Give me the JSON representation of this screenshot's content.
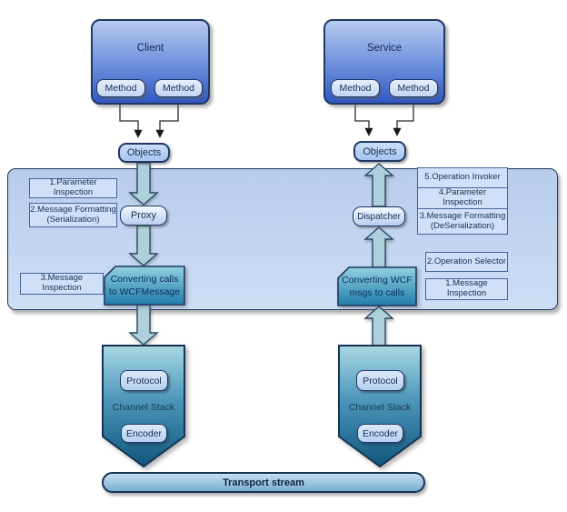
{
  "client": {
    "title": "Client",
    "method1": "Method",
    "method2": "Method",
    "objects": "Objects"
  },
  "service": {
    "title": "Service",
    "method1": "Method",
    "method2": "Method",
    "objects": "Objects"
  },
  "client_pipeline": {
    "parameter_inspection": "1.Parameter Inspection",
    "message_formatting_line1": "2.Message Formatting",
    "message_formatting_line2": "(Serialization)",
    "message_inspection": "3.Message Inspection",
    "proxy": "Proxy",
    "converting_line1": "Converting calls",
    "converting_line2": "to WCFMessage"
  },
  "service_pipeline": {
    "operation_invoker": "5.Operation Invoker",
    "parameter_inspection": "4.Parameter Inspection",
    "message_formatting_line1": "3.Message Formatting",
    "message_formatting_line2": "(DeSerialization)",
    "operation_selector": "2.Operation Selector",
    "message_inspection": "1.Message Inspection",
    "dispatcher": "Dispatcher",
    "converting_line1": "Converting WCF",
    "converting_line2": "msgs to calls"
  },
  "channel_stack_client": {
    "protocol": "Protocol",
    "label": "Channel Stack",
    "encoder": "Encoder"
  },
  "channel_stack_service": {
    "protocol": "Protocol",
    "label": "Channel Stack",
    "encoder": "Encoder"
  },
  "transport": {
    "label": "Transport stream"
  },
  "colors": {
    "app_box_top": "#b7cbf0",
    "app_box_bottom": "#3058c2",
    "band_fill": "#c3d7f1",
    "teal_box_top": "#93d0e0",
    "teal_box_bottom": "#1f7ea9",
    "pentagon_bottom": "#0f567c",
    "arrow_fill": "#aecfdc",
    "border_navy": "#1f3864",
    "transport_top": "#c6e0f1",
    "transport_bottom": "#79add2"
  }
}
